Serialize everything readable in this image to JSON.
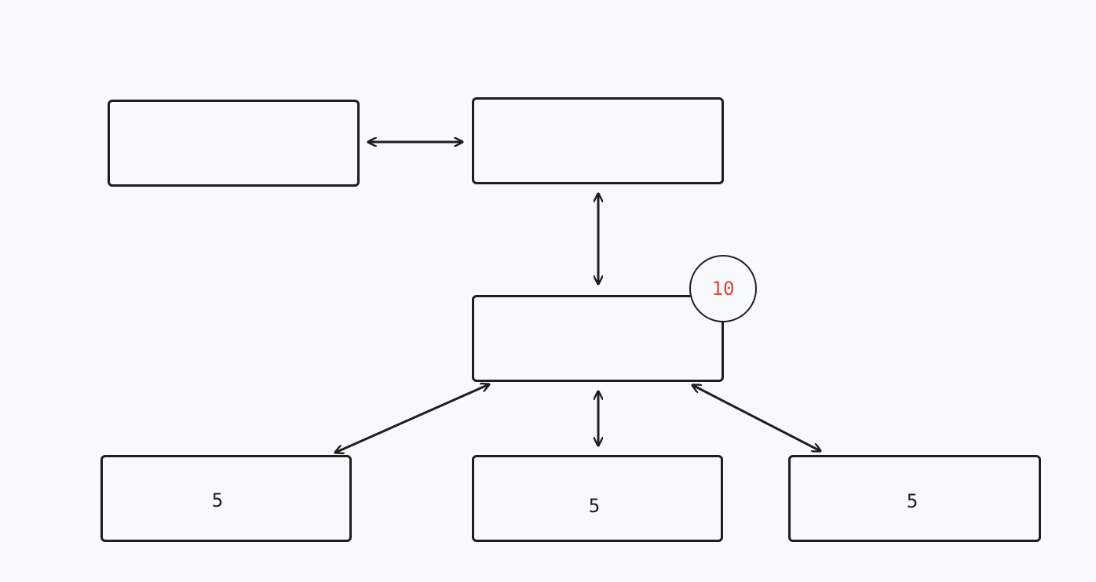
{
  "diagram": {
    "colors": {
      "stroke": "#1e1e1e",
      "badge_text": "#d9483b",
      "background": "#f8f9fb"
    },
    "nodes": {
      "top_left": {
        "label": ""
      },
      "top_middle": {
        "label": ""
      },
      "center": {
        "label": ""
      },
      "bottom_left": {
        "label": "5"
      },
      "bottom_middle": {
        "label": "5"
      },
      "bottom_right": {
        "label": "5"
      }
    },
    "badge": {
      "value": "10"
    },
    "edges": [
      {
        "from": "top_left",
        "to": "top_middle",
        "style": "bidirectional"
      },
      {
        "from": "top_middle",
        "to": "center",
        "style": "bidirectional"
      },
      {
        "from": "center",
        "to": "bottom_left",
        "style": "bidirectional"
      },
      {
        "from": "center",
        "to": "bottom_middle",
        "style": "bidirectional"
      },
      {
        "from": "center",
        "to": "bottom_right",
        "style": "bidirectional"
      }
    ]
  }
}
